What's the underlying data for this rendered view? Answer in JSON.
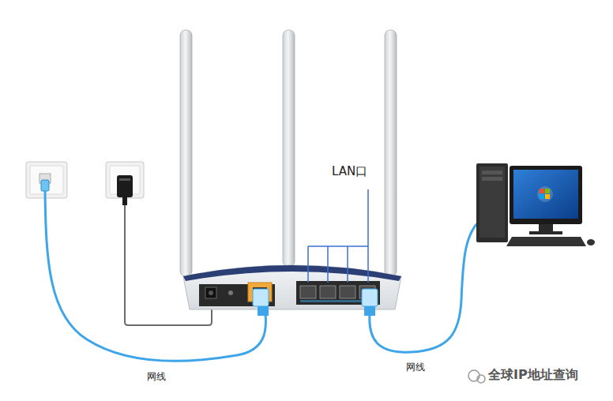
{
  "diagram": {
    "labels": [
      "LAN口",
      "网线",
      "网线",
      "全球IP地址查询"
    ]
  }
}
